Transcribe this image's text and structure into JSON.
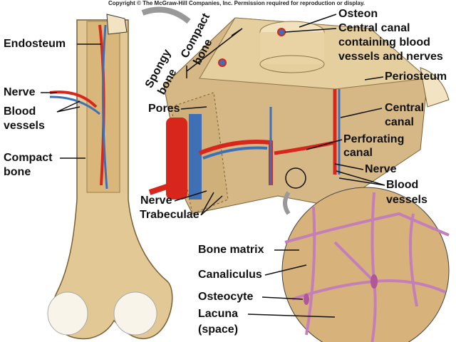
{
  "copyright": "Copyright © The McGraw-Hill Companies, Inc. Permission required for reproduction or display.",
  "labels": {
    "endosteum": "Endosteum",
    "nerve_left": "Nerve",
    "blood_vessels_left_1": "Blood",
    "blood_vessels_left_2": "vessels",
    "compact_bone_left_1": "Compact",
    "compact_bone_left_2": "bone",
    "spongy_bone_1": "Spongy",
    "spongy_bone_2": "bone",
    "compact_bone_top_1": "Compact",
    "compact_bone_top_2": "bone",
    "osteon": "Osteon",
    "central_canal_1": "Central canal",
    "central_canal_2": "containing blood",
    "central_canal_3": "vessels and nerves",
    "periosteum": "Periosteum",
    "pores": "Pores",
    "central_canal_b_1": "Central",
    "central_canal_b_2": "canal",
    "perforating_1": "Perforating",
    "perforating_2": "canal",
    "nerve_right": "Nerve",
    "blood_vessels_right_1": "Blood",
    "blood_vessels_right_2": "vessels",
    "nerve_bottom": "Nerve",
    "trabeculae": "Trabeculae",
    "bone_matrix": "Bone matrix",
    "canaliculus": "Canaliculus",
    "osteocyte": "Osteocyte",
    "lacuna_1": "Lacuna",
    "lacuna_2": "(space)"
  },
  "colors": {
    "bone": "#e2c895",
    "bone_dark": "#b89a62",
    "artery": "#d8261c",
    "vein": "#3f6fb5",
    "nerve": "#f2c21a",
    "cell": "#b0579a"
  }
}
